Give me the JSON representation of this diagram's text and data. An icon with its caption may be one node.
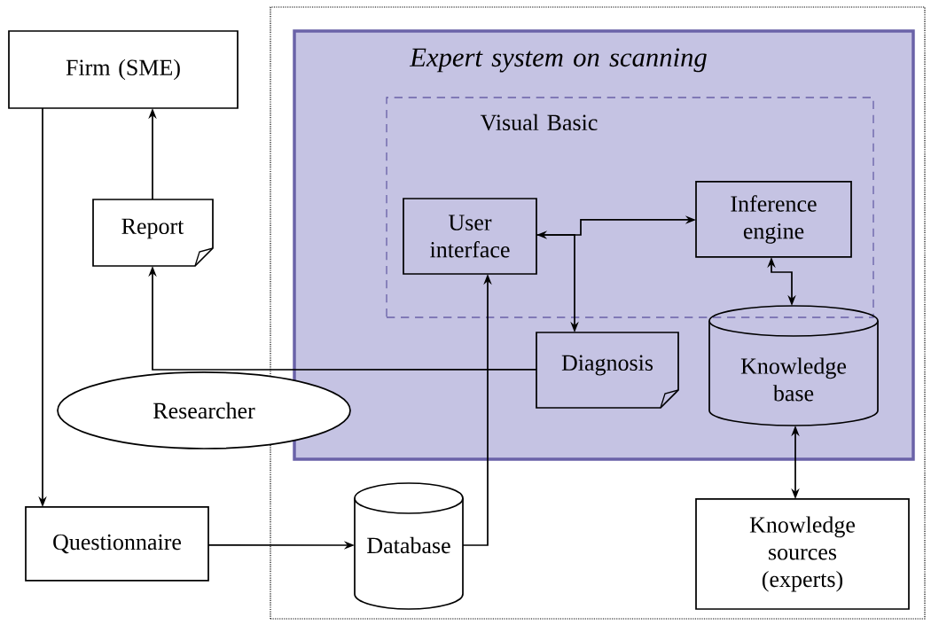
{
  "diagram": {
    "nodes": [
      {
        "text": [],
        "shape": "box"
      },
      {
        "text": [
          "Expert system on scanning"
        ],
        "in": 0
      },
      {
        "text": [
          "Visual Basic"
        ],
        "in": 1
      },
      {
        "text": [
          "Firm (SME)"
        ]
      },
      {
        "text": [
          "Report"
        ]
      },
      {
        "text": [
          "User interface"
        ],
        "in": 2
      },
      {
        "text": [
          "Inference engine"
        ],
        "in": 2
      },
      {
        "text": [
          "Diagnosis"
        ],
        "in": 1
      },
      {
        "text": [
          "Knowledge base"
        ],
        "in": 1
      },
      {
        "text": [
          "Researcher"
        ]
      },
      {
        "text": [
          "Questionnaire"
        ]
      },
      {
        "text": [
          "Database"
        ],
        "in": 0
      },
      {
        "text": [
          "Knowledge sources (experts)"
        ],
        "in": 0
      }
    ],
    "edges": [
      {
        "from": 3,
        "to": 10,
        "arrow": "to"
      },
      {
        "from": 4,
        "to": 3,
        "arrow": "to"
      },
      {
        "from": 7,
        "to": 4,
        "arrow": "to"
      },
      {
        "from": 10,
        "to": 11,
        "arrow": "to"
      },
      {
        "from": 11,
        "to": 5,
        "arrow": "to"
      },
      {
        "from": 5,
        "to": 6,
        "arrow": "both"
      },
      {
        "from": 5,
        "to": 7,
        "arrow": "to"
      },
      {
        "from": 6,
        "to": 8,
        "arrow": "both"
      },
      {
        "from": 8,
        "to": 12,
        "arrow": "both"
      }
    ]
  }
}
